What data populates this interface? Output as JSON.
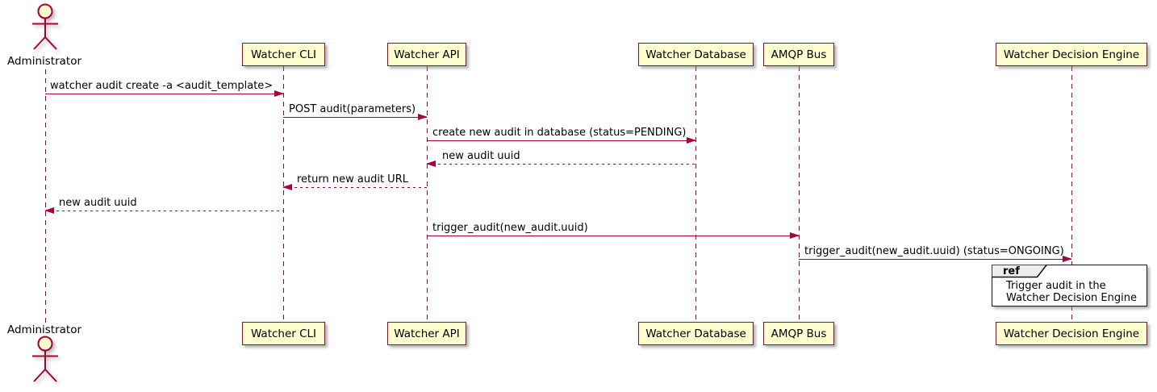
{
  "diagram_type": "uml-sequence-diagram",
  "colors": {
    "participant_fill": "#FEFECE",
    "participant_border": "#A80036",
    "lifeline": "#A80036",
    "arrow": "#A80036",
    "text": "#000000",
    "ref_border": "#151515",
    "ref_tag_fill": "#EEEEEE",
    "background": "#FFFFFF"
  },
  "actor": {
    "label": "Administrator"
  },
  "participants": [
    {
      "label": "Watcher CLI"
    },
    {
      "label": "Watcher API"
    },
    {
      "label": "Watcher Database"
    },
    {
      "label": "AMQP Bus"
    },
    {
      "label": "Watcher Decision Engine"
    }
  ],
  "messages": [
    {
      "label": "watcher audit create -a <audit_template>",
      "from": "Administrator",
      "to": "Watcher CLI",
      "style": "solid"
    },
    {
      "label": "POST audit(parameters)",
      "from": "Watcher CLI",
      "to": "Watcher API",
      "style": "solid"
    },
    {
      "label": "create new audit in database (status=PENDING)",
      "from": "Watcher API",
      "to": "Watcher Database",
      "style": "solid"
    },
    {
      "label": "new audit uuid",
      "from": "Watcher Database",
      "to": "Watcher API",
      "style": "dotted"
    },
    {
      "label": "return new audit URL",
      "from": "Watcher API",
      "to": "Watcher CLI",
      "style": "dotted"
    },
    {
      "label": "new audit uuid",
      "from": "Watcher CLI",
      "to": "Administrator",
      "style": "dotted"
    },
    {
      "label": "trigger_audit(new_audit.uuid)",
      "from": "Watcher API",
      "to": "AMQP Bus",
      "style": "solid"
    },
    {
      "label": "trigger_audit(new_audit.uuid) (status=ONGOING)",
      "from": "AMQP Bus",
      "to": "Watcher Decision Engine",
      "style": "solid"
    }
  ],
  "ref": {
    "tag": "ref",
    "lines": [
      "Trigger audit in the",
      "Watcher Decision Engine"
    ]
  }
}
